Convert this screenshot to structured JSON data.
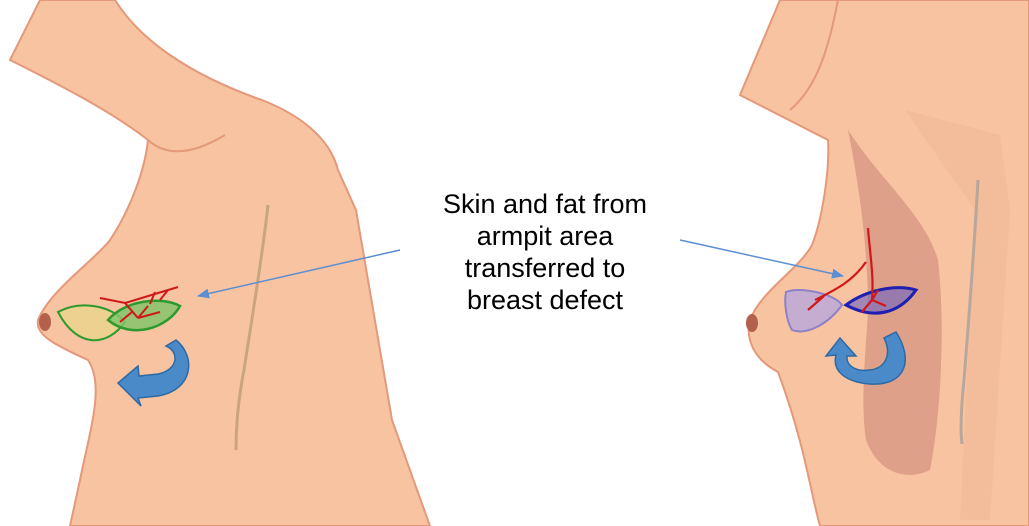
{
  "caption": {
    "lines": [
      "Skin and fat from",
      "armpit area",
      "transferred to",
      "breast defect"
    ]
  },
  "colors": {
    "skin": "#f8c3a0",
    "skin_outline": "#e3997a",
    "muscle": "#d99a84",
    "nipple": "#b3614c",
    "spine_line": "#c9a57d",
    "green_flap": "#2c9a2c",
    "blue_flap": "#1f1fb0",
    "purple_flap": "#8e82c6",
    "vessel": "#d01818",
    "rotation_arrow": "#4a8ac8",
    "pointer_line": "#5b8fd2"
  },
  "icons": [
    "rotation-arrow-icon",
    "pointer-arrow-icon"
  ]
}
